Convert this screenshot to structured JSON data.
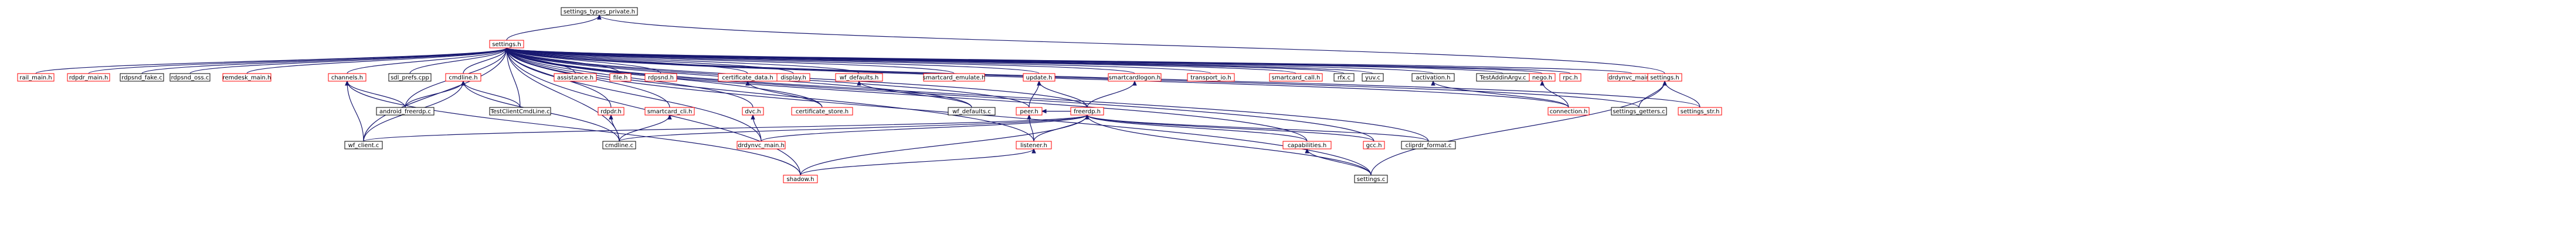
{
  "colors": {
    "edge": "#191970",
    "border_documented": "#000000",
    "border_undocumented": "#ff0000",
    "root_fill": "#bfbfbf"
  },
  "nodes": [
    {
      "id": "n_root",
      "label": "settings_types_private.h",
      "root": true
    },
    {
      "id": "n_settings_h",
      "label": "settings.h",
      "red": true
    },
    {
      "id": "n_rail_main",
      "label": "rail_main.h",
      "red": true
    },
    {
      "id": "n_rdpdr_main",
      "label": "rdpdr_main.h",
      "red": true
    },
    {
      "id": "n_rdpsnd_fake",
      "label": "rdpsnd_fake.c"
    },
    {
      "id": "n_rdpsnd_oss",
      "label": "rdpsnd_oss.c"
    },
    {
      "id": "n_remdesk_main",
      "label": "remdesk_main.h",
      "red": true
    },
    {
      "id": "n_channels_h",
      "label": "channels.h",
      "red": true
    },
    {
      "id": "n_sdl_prefs",
      "label": "sdl_prefs.cpp"
    },
    {
      "id": "n_cmdline_h",
      "label": "cmdline.h",
      "red": true
    },
    {
      "id": "n_assistance_h",
      "label": "assistance.h",
      "red": true
    },
    {
      "id": "n_file_h",
      "label": "file.h",
      "red": true
    },
    {
      "id": "n_rdpsnd_h",
      "label": "rdpsnd.h",
      "red": true
    },
    {
      "id": "n_cert_data",
      "label": "certificate_data.h",
      "red": true
    },
    {
      "id": "n_display_h",
      "label": "display.h",
      "red": true
    },
    {
      "id": "n_wf_defaults_h",
      "label": "wf_defaults.h",
      "red": true
    },
    {
      "id": "n_smartcard_emulate",
      "label": "smartcard_emulate.h",
      "red": true
    },
    {
      "id": "n_update_h",
      "label": "update.h",
      "red": true
    },
    {
      "id": "n_smartcardlogon",
      "label": "smartcardlogon.h",
      "red": true
    },
    {
      "id": "n_transport_io",
      "label": "transport_io.h",
      "red": true
    },
    {
      "id": "n_smartcard_call",
      "label": "smartcard_call.h",
      "red": true
    },
    {
      "id": "n_rfx_c",
      "label": "rfx.c"
    },
    {
      "id": "n_yuv_c",
      "label": "yuv.c"
    },
    {
      "id": "n_activation_h",
      "label": "activation.h"
    },
    {
      "id": "n_testaddin",
      "label": "TestAddinArgv.c"
    },
    {
      "id": "n_nego_h",
      "label": "nego.h",
      "red": true
    },
    {
      "id": "n_rpc_h",
      "label": "rpc.h",
      "red": true
    },
    {
      "id": "n_drdynvc_main_h",
      "label": "drdynvc_main.h",
      "red": true
    },
    {
      "id": "n_settings_h2",
      "label": "settings.h",
      "red": true
    },
    {
      "id": "n_android_freerdp",
      "label": "android_freerdp.c"
    },
    {
      "id": "n_testclient",
      "label": "TestClientCmdLine.c"
    },
    {
      "id": "n_rdpdr_h",
      "label": "rdpdr.h",
      "red": true
    },
    {
      "id": "n_smartcard_cli",
      "label": "smartcard_cli.h",
      "red": true
    },
    {
      "id": "n_dvc_h",
      "label": "dvc.h",
      "red": true
    },
    {
      "id": "n_cert_store",
      "label": "certificate_store.h",
      "red": true
    },
    {
      "id": "n_wf_defaults_c",
      "label": "wf_defaults.c"
    },
    {
      "id": "n_peer_h",
      "label": "peer.h",
      "red": true
    },
    {
      "id": "n_freerdp_h",
      "label": "freerdp.h",
      "red": true
    },
    {
      "id": "n_connection_h",
      "label": "connection.h",
      "red": true
    },
    {
      "id": "n_settings_getters",
      "label": "settings_getters.c"
    },
    {
      "id": "n_settings_str",
      "label": "settings_str.h",
      "red": true
    },
    {
      "id": "n_wf_client",
      "label": "wf_client.c"
    },
    {
      "id": "n_cmdline_c",
      "label": "cmdline.c"
    },
    {
      "id": "n_drdynvc_main_c",
      "label": "drdynvc_main.h",
      "red": true
    },
    {
      "id": "n_listener_h",
      "label": "listener.h",
      "red": true
    },
    {
      "id": "n_capabilities_h",
      "label": "capabilities.h",
      "red": true
    },
    {
      "id": "n_gcc_h",
      "label": "gcc.h",
      "red": true
    },
    {
      "id": "n_cliprdr_format",
      "label": "cliprdr_format.c"
    },
    {
      "id": "n_shadow_h",
      "label": "shadow.h",
      "red": true
    },
    {
      "id": "n_settings_c",
      "label": "settings.c"
    }
  ],
  "edges": [
    [
      "n_settings_h",
      "n_root"
    ],
    [
      "n_settings_h2",
      "n_root"
    ],
    [
      "n_rail_main",
      "n_settings_h"
    ],
    [
      "n_rdpdr_main",
      "n_settings_h"
    ],
    [
      "n_rdpsnd_fake",
      "n_settings_h"
    ],
    [
      "n_rdpsnd_oss",
      "n_settings_h"
    ],
    [
      "n_remdesk_main",
      "n_settings_h"
    ],
    [
      "n_channels_h",
      "n_settings_h"
    ],
    [
      "n_sdl_prefs",
      "n_settings_h"
    ],
    [
      "n_cmdline_h",
      "n_settings_h"
    ],
    [
      "n_assistance_h",
      "n_settings_h"
    ],
    [
      "n_file_h",
      "n_settings_h"
    ],
    [
      "n_rdpsnd_h",
      "n_settings_h"
    ],
    [
      "n_cert_data",
      "n_settings_h"
    ],
    [
      "n_display_h",
      "n_settings_h"
    ],
    [
      "n_wf_defaults_h",
      "n_settings_h"
    ],
    [
      "n_smartcard_emulate",
      "n_settings_h"
    ],
    [
      "n_update_h",
      "n_settings_h"
    ],
    [
      "n_smartcardlogon",
      "n_settings_h"
    ],
    [
      "n_transport_io",
      "n_settings_h"
    ],
    [
      "n_smartcard_call",
      "n_settings_h"
    ],
    [
      "n_rfx_c",
      "n_settings_h"
    ],
    [
      "n_yuv_c",
      "n_settings_h"
    ],
    [
      "n_activation_h",
      "n_settings_h"
    ],
    [
      "n_testaddin",
      "n_settings_h"
    ],
    [
      "n_nego_h",
      "n_settings_h"
    ],
    [
      "n_rpc_h",
      "n_settings_h"
    ],
    [
      "n_drdynvc_main_h",
      "n_settings_h"
    ],
    [
      "n_android_freerdp",
      "n_settings_h"
    ],
    [
      "n_testclient",
      "n_settings_h"
    ],
    [
      "n_rdpdr_h",
      "n_settings_h"
    ],
    [
      "n_smartcard_cli",
      "n_settings_h"
    ],
    [
      "n_dvc_h",
      "n_settings_h"
    ],
    [
      "n_cert_store",
      "n_settings_h"
    ],
    [
      "n_wf_defaults_c",
      "n_settings_h"
    ],
    [
      "n_peer_h",
      "n_settings_h"
    ],
    [
      "n_freerdp_h",
      "n_settings_h"
    ],
    [
      "n_connection_h",
      "n_settings_h"
    ],
    [
      "n_settings_getters",
      "n_settings_h"
    ],
    [
      "n_settings_str",
      "n_settings_h"
    ],
    [
      "n_wf_client",
      "n_settings_h"
    ],
    [
      "n_cmdline_c",
      "n_settings_h"
    ],
    [
      "n_drdynvc_main_c",
      "n_settings_h"
    ],
    [
      "n_listener_h",
      "n_settings_h"
    ],
    [
      "n_capabilities_h",
      "n_settings_h"
    ],
    [
      "n_gcc_h",
      "n_settings_h"
    ],
    [
      "n_cliprdr_format",
      "n_settings_h"
    ],
    [
      "n_shadow_h",
      "n_settings_h"
    ],
    [
      "n_settings_c",
      "n_settings_h"
    ],
    [
      "n_android_freerdp",
      "n_channels_h"
    ],
    [
      "n_wf_client",
      "n_channels_h"
    ],
    [
      "n_shadow_h",
      "n_channels_h"
    ],
    [
      "n_android_freerdp",
      "n_cmdline_h"
    ],
    [
      "n_testclient",
      "n_cmdline_h"
    ],
    [
      "n_wf_client",
      "n_cmdline_h"
    ],
    [
      "n_cmdline_c",
      "n_cmdline_h"
    ],
    [
      "n_cert_store",
      "n_cert_data"
    ],
    [
      "n_wf_defaults_c",
      "n_wf_defaults_h"
    ],
    [
      "n_peer_h",
      "n_update_h"
    ],
    [
      "n_freerdp_h",
      "n_update_h"
    ],
    [
      "n_freerdp_h",
      "n_smartcardlogon"
    ],
    [
      "n_connection_h",
      "n_activation_h"
    ],
    [
      "n_connection_h",
      "n_nego_h"
    ],
    [
      "n_settings_getters",
      "n_settings_h2"
    ],
    [
      "n_settings_str",
      "n_settings_h2"
    ],
    [
      "n_settings_c",
      "n_settings_h2"
    ],
    [
      "n_cmdline_c",
      "n_rdpdr_h"
    ],
    [
      "n_cmdline_c",
      "n_smartcard_cli"
    ],
    [
      "n_drdynvc_main_c",
      "n_dvc_h"
    ],
    [
      "n_listener_h",
      "n_peer_h"
    ],
    [
      "n_freerdp_h",
      "n_peer_h"
    ],
    [
      "n_wf_client",
      "n_freerdp_h"
    ],
    [
      "n_cmdline_c",
      "n_freerdp_h"
    ],
    [
      "n_drdynvc_main_c",
      "n_freerdp_h"
    ],
    [
      "n_listener_h",
      "n_freerdp_h"
    ],
    [
      "n_capabilities_h",
      "n_freerdp_h"
    ],
    [
      "n_gcc_h",
      "n_freerdp_h"
    ],
    [
      "n_cliprdr_format",
      "n_freerdp_h"
    ],
    [
      "n_shadow_h",
      "n_freerdp_h"
    ],
    [
      "n_settings_c",
      "n_freerdp_h"
    ],
    [
      "n_settings_c",
      "n_capabilities_h"
    ],
    [
      "n_shadow_h",
      "n_listener_h"
    ]
  ]
}
